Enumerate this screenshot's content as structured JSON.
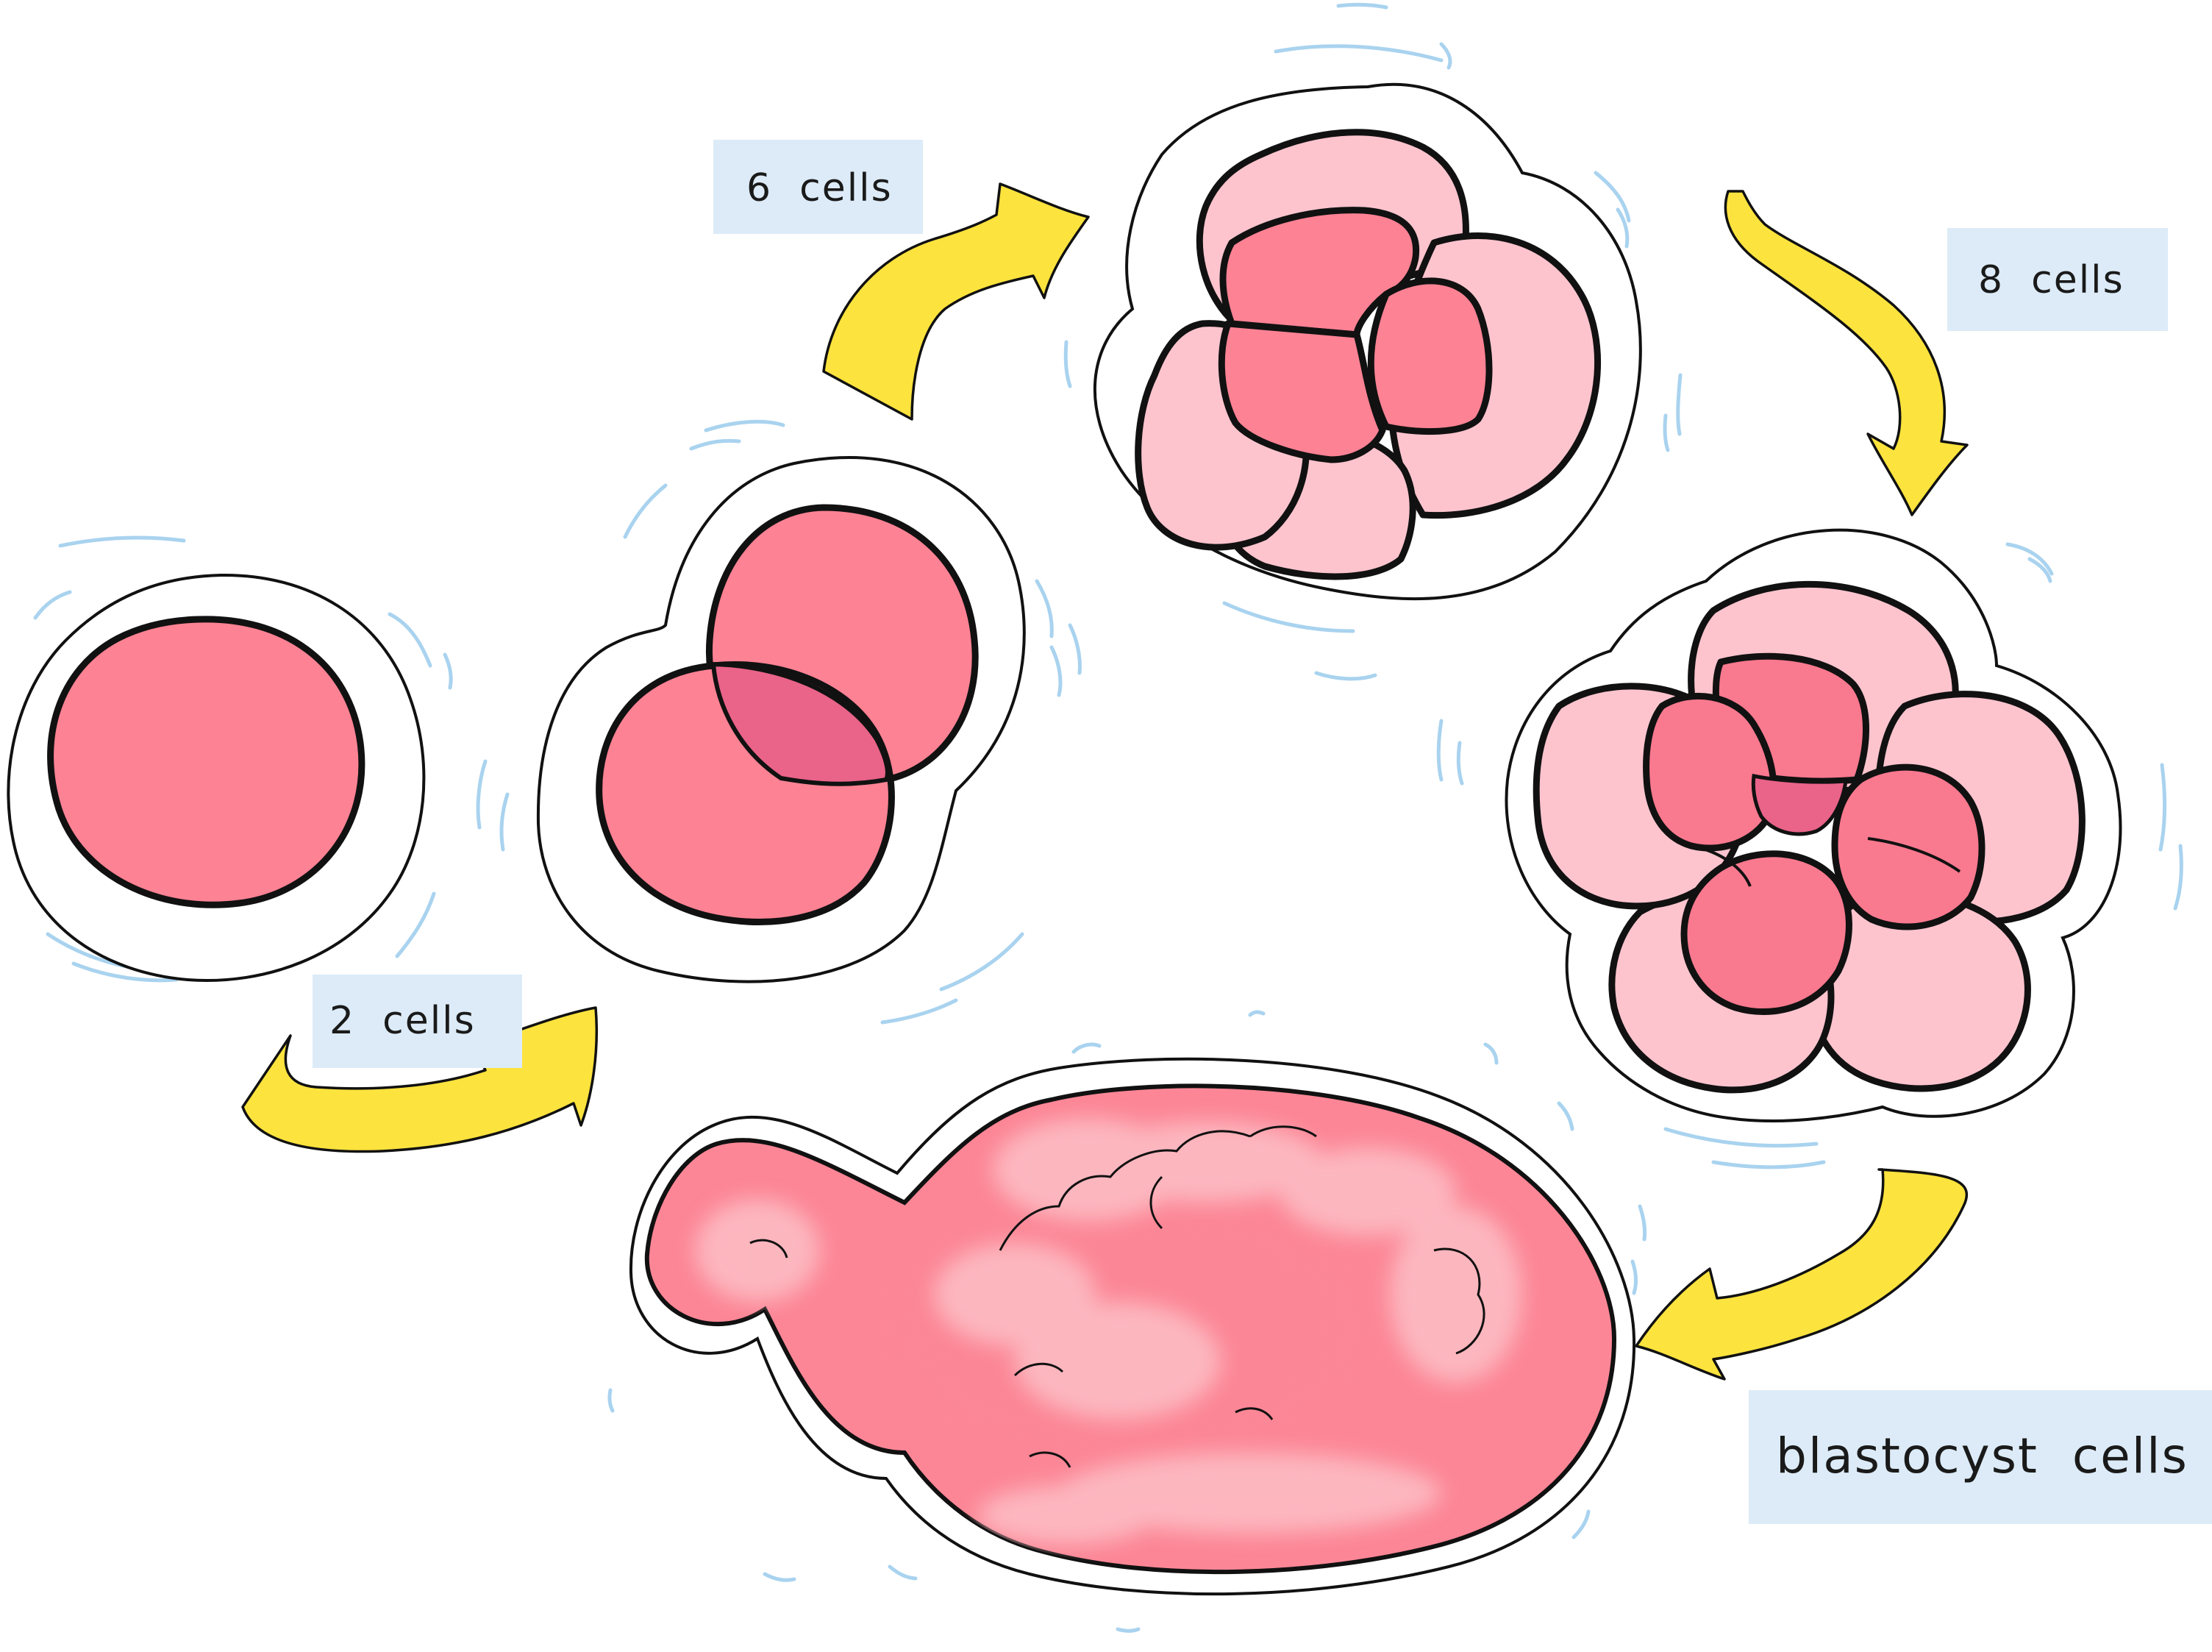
{
  "stages": [
    {
      "id": "zygote"
    },
    {
      "id": "two-cell"
    },
    {
      "id": "four-cell"
    },
    {
      "id": "eight-cell"
    },
    {
      "id": "blastocyst"
    }
  ],
  "labels": {
    "two_cells": "2  cells",
    "six_cells": "6  cells",
    "eight_cells": "8  cells",
    "blastocyst_cells": "blastocyst  cells"
  },
  "colors": {
    "cell_primary": "#fd8294",
    "cell_secondary": "#fec4ce",
    "cell_overlap": "#ea6389",
    "arrow": "#fce33e",
    "label_background": "#dcebf7",
    "motion_lines": "#a9d3ef",
    "outline": "#111111"
  }
}
